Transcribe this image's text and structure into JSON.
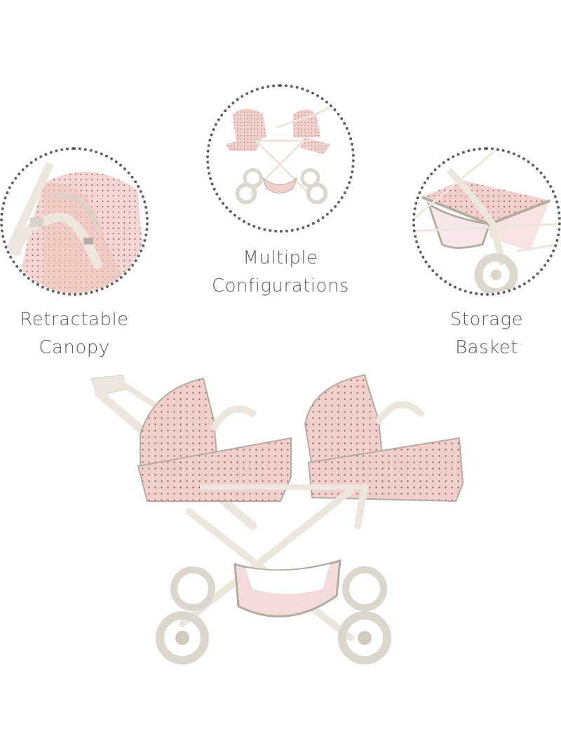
{
  "features": [
    {
      "id": "canopy",
      "lines": [
        "Retractable",
        "Canopy"
      ],
      "icon": "canopy-closeup-image"
    },
    {
      "id": "configurations",
      "lines": [
        "Multiple",
        "Configurations"
      ],
      "icon": "stroller-config-image"
    },
    {
      "id": "basket",
      "lines": [
        "Storage",
        "Basket"
      ],
      "icon": "basket-closeup-image"
    }
  ],
  "colors": {
    "fabric_pink": "#f3cfcc",
    "fabric_dark": "#e9b8b3",
    "dot": "#8a5a55",
    "frame": "#ede8df",
    "trim": "#b5aca0",
    "wheel": "#dcd7cd",
    "border": "#5e5e5e",
    "text": "#5a5a5a"
  }
}
